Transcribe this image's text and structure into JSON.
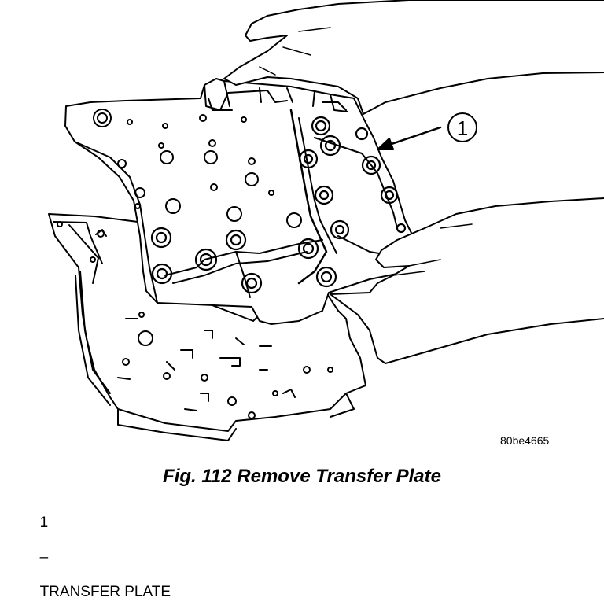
{
  "figure": {
    "callout_number": "1",
    "image_code": "80be4665",
    "caption": "Fig. 112 Remove Transfer Plate"
  },
  "legend": [
    {
      "number": "1",
      "separator": "–",
      "label": "TRANSFER PLATE"
    }
  ]
}
